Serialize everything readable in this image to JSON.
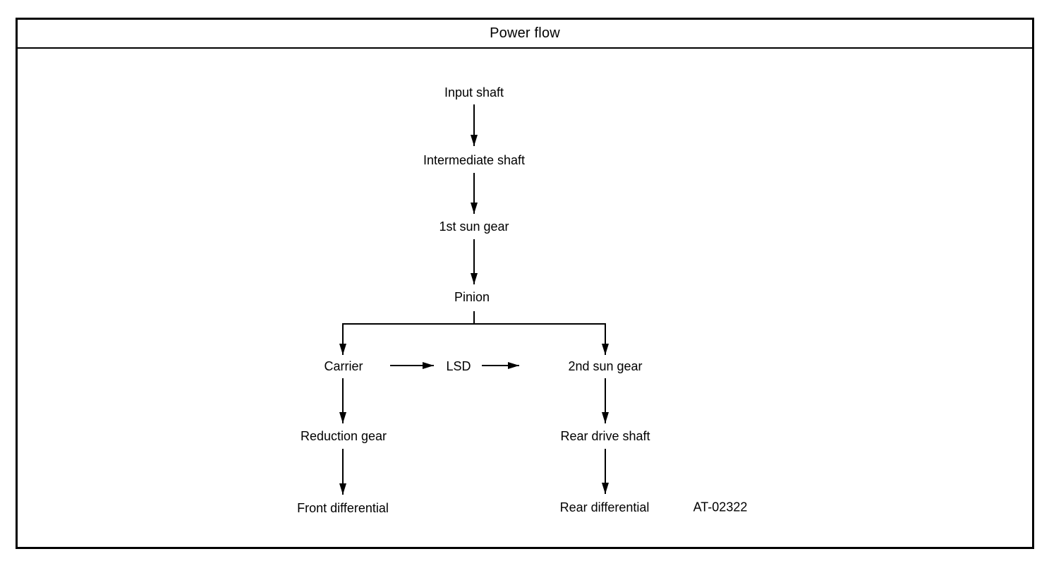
{
  "figure": {
    "title": "Power flow",
    "ref_label": "AT-02322"
  },
  "diagram": {
    "type": "flowchart",
    "nodes": {
      "input_shaft": "Input shaft",
      "intermediate_shaft": "Intermediate shaft",
      "first_sun_gear": "1st sun gear",
      "pinion": "Pinion",
      "carrier": "Carrier",
      "lsd": "LSD",
      "second_sun_gear": "2nd sun gear",
      "reduction_gear": "Reduction gear",
      "rear_drive_shaft": "Rear drive shaft",
      "front_differential": "Front differential",
      "rear_differential": "Rear differential"
    },
    "edges": [
      {
        "from": "Input shaft",
        "to": "Intermediate shaft"
      },
      {
        "from": "Intermediate shaft",
        "to": "1st sun gear"
      },
      {
        "from": "1st sun gear",
        "to": "Pinion"
      },
      {
        "from": "Pinion",
        "to": "Carrier"
      },
      {
        "from": "Pinion",
        "to": "2nd sun gear"
      },
      {
        "from": "Carrier",
        "to": "LSD"
      },
      {
        "from": "LSD",
        "to": "2nd sun gear"
      },
      {
        "from": "Carrier",
        "to": "Reduction gear"
      },
      {
        "from": "Reduction gear",
        "to": "Front differential"
      },
      {
        "from": "2nd sun gear",
        "to": "Rear drive shaft"
      },
      {
        "from": "Rear drive shaft",
        "to": "Rear differential"
      }
    ],
    "colors": {
      "ink": "#000000",
      "background": "#ffffff"
    }
  }
}
